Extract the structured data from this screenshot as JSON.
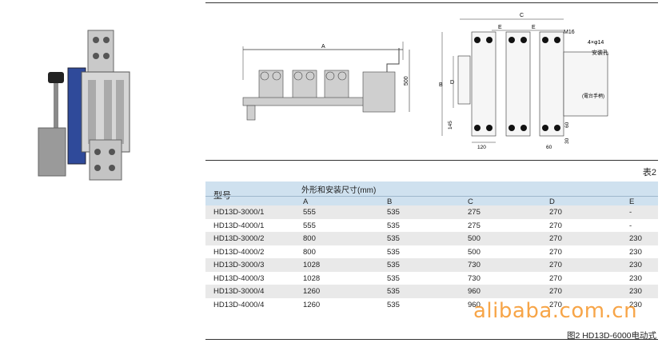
{
  "table": {
    "title": "表2",
    "model_header": "型号",
    "dims_header": "外形和安装尺寸(mm)",
    "columns": [
      "A",
      "B",
      "C",
      "D",
      "E"
    ],
    "rows": [
      {
        "model": "HD13D-3000/1",
        "A": "555",
        "B": "535",
        "C": "275",
        "D": "270",
        "E": "-"
      },
      {
        "model": "HD13D-4000/1",
        "A": "555",
        "B": "535",
        "C": "275",
        "D": "270",
        "E": "-"
      },
      {
        "model": "HD13D-3000/2",
        "A": "800",
        "B": "535",
        "C": "500",
        "D": "270",
        "E": "230"
      },
      {
        "model": "HD13D-4000/2",
        "A": "800",
        "B": "535",
        "C": "500",
        "D": "270",
        "E": "230"
      },
      {
        "model": "HD13D-3000/3",
        "A": "1028",
        "B": "535",
        "C": "730",
        "D": "270",
        "E": "230"
      },
      {
        "model": "HD13D-4000/3",
        "A": "1028",
        "B": "535",
        "C": "730",
        "D": "270",
        "E": "230"
      },
      {
        "model": "HD13D-3000/4",
        "A": "1260",
        "B": "535",
        "C": "960",
        "D": "270",
        "E": "230"
      },
      {
        "model": "HD13D-4000/4",
        "A": "1260",
        "B": "535",
        "C": "960",
        "D": "270",
        "E": "230"
      }
    ]
  },
  "caption": "图2 HD13D-6000电动式",
  "watermark": "alibaba.com.cn",
  "drawing_left": {
    "dim_a": "A",
    "dim_height": "500"
  },
  "drawing_right": {
    "dim_c": "C",
    "dim_e1": "E",
    "dim_e2": "E",
    "bolt": "M16",
    "holes": "4×φ14",
    "mount_label": "安装孔",
    "dim_b": "B",
    "dim_d": "D",
    "dim_145": "145",
    "dim_120": "120",
    "dim_60a": "60",
    "dim_30": "30",
    "dim_60b": "60",
    "panel_label": "(電台手柄)"
  }
}
